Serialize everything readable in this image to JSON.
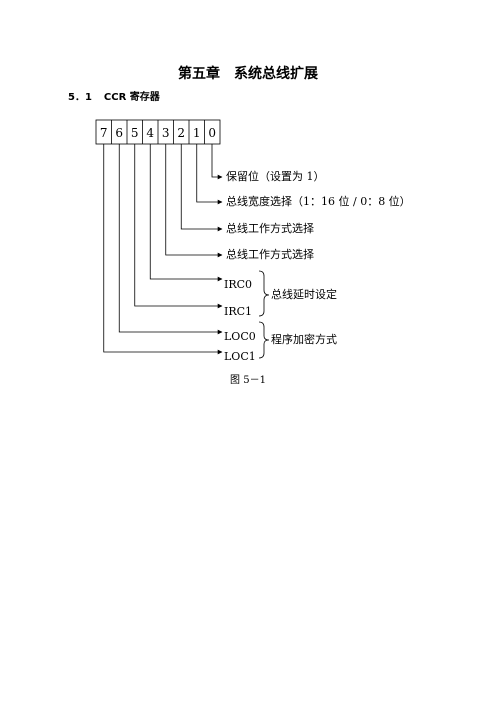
{
  "chapter_title": "第五章　系统总线扩展",
  "section": {
    "number": "5．1",
    "title": "CCR 寄存器"
  },
  "register": {
    "bits": [
      "7",
      "6",
      "5",
      "4",
      "3",
      "2",
      "1",
      "0"
    ],
    "bit_descriptions": [
      "保留位（设置为 1）",
      "总线宽度选择（1：16 位 / 0：8 位）",
      "总线工作方式选择",
      "总线工作方式选择"
    ],
    "signals": [
      "IRC0",
      "IRC1",
      "LOC0",
      "LOC1"
    ],
    "groups": [
      "总线延时设定",
      "程序加密方式"
    ]
  },
  "figure_caption": "图 5－1"
}
